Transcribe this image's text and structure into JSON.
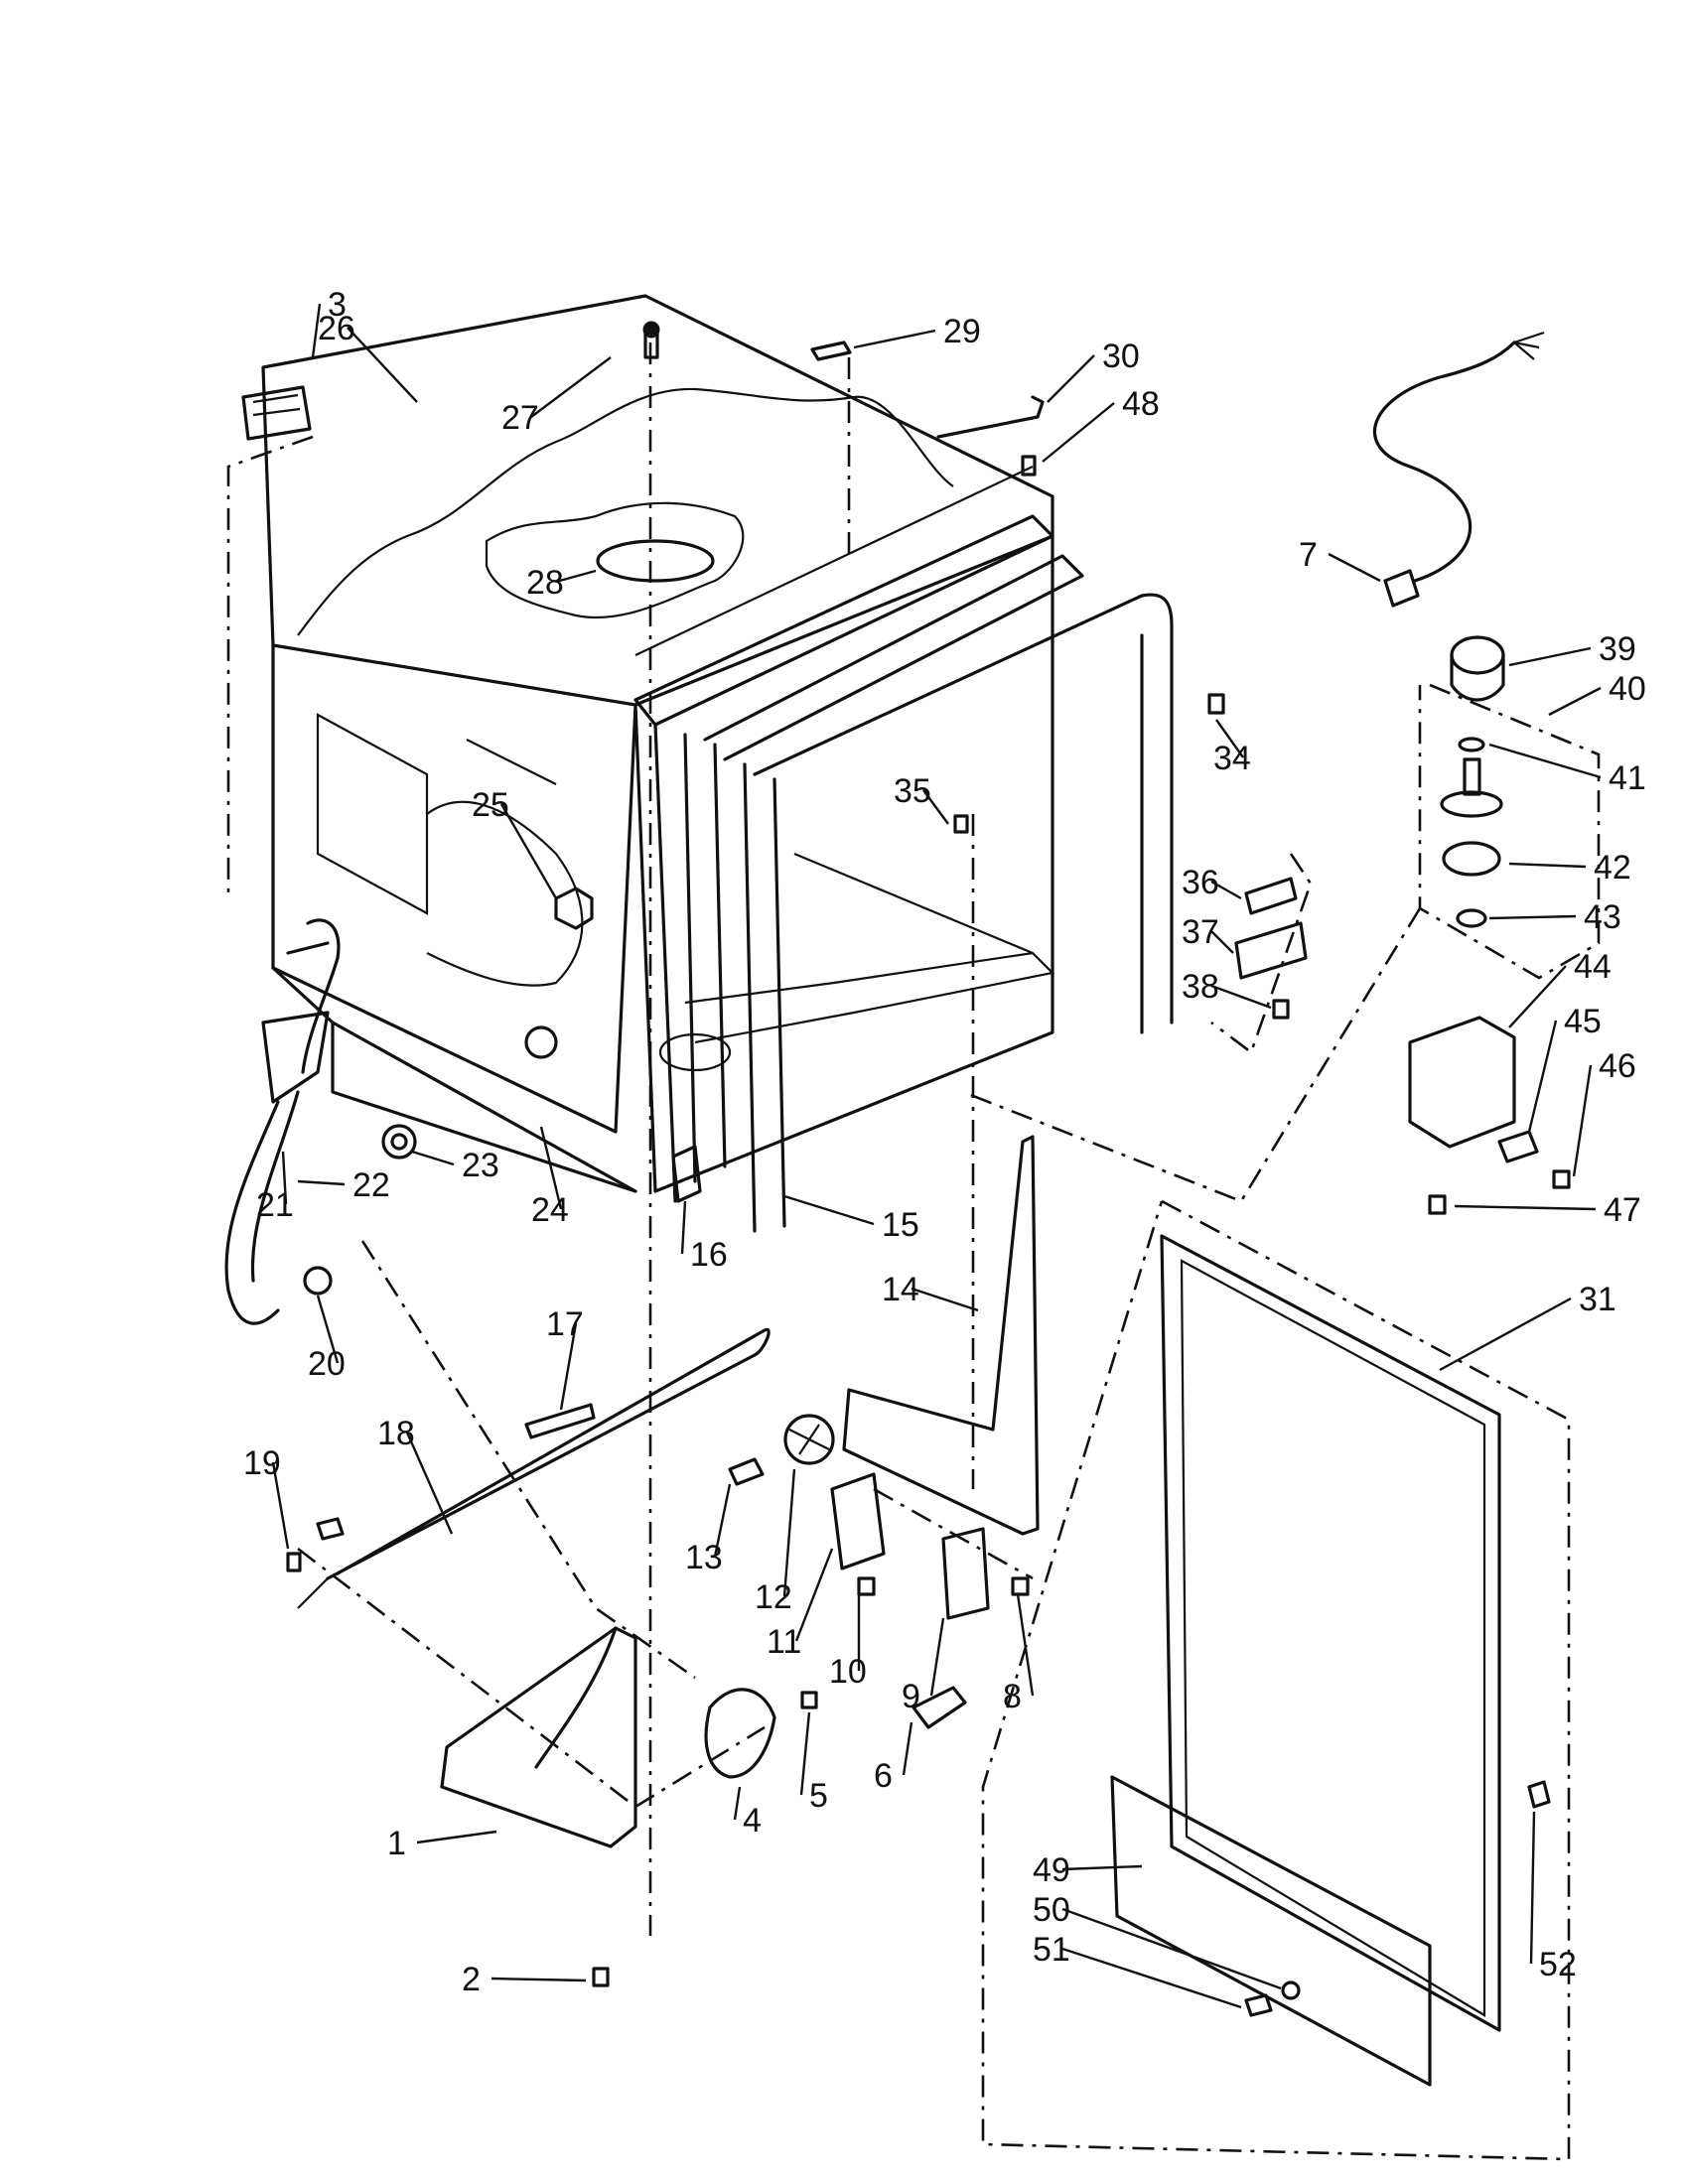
{
  "callouts": [
    {
      "id": "c1",
      "text": "1"
    },
    {
      "id": "c2",
      "text": "2"
    },
    {
      "id": "c3",
      "text": "3"
    },
    {
      "id": "c4",
      "text": "4"
    },
    {
      "id": "c5",
      "text": "5"
    },
    {
      "id": "c6",
      "text": "6"
    },
    {
      "id": "c7",
      "text": "7"
    },
    {
      "id": "c8",
      "text": "8"
    },
    {
      "id": "c9",
      "text": "9"
    },
    {
      "id": "c10",
      "text": "10"
    },
    {
      "id": "c11",
      "text": "11"
    },
    {
      "id": "c12",
      "text": "12"
    },
    {
      "id": "c13",
      "text": "13"
    },
    {
      "id": "c14",
      "text": "14"
    },
    {
      "id": "c15",
      "text": "15"
    },
    {
      "id": "c16",
      "text": "16"
    },
    {
      "id": "c17",
      "text": "17"
    },
    {
      "id": "c18",
      "text": "18"
    },
    {
      "id": "c19",
      "text": "19"
    },
    {
      "id": "c20",
      "text": "20"
    },
    {
      "id": "c21",
      "text": "21"
    },
    {
      "id": "c22",
      "text": "22"
    },
    {
      "id": "c23",
      "text": "23"
    },
    {
      "id": "c24",
      "text": "24"
    },
    {
      "id": "c25",
      "text": "25"
    },
    {
      "id": "c26",
      "text": "26"
    },
    {
      "id": "c27",
      "text": "27"
    },
    {
      "id": "c28",
      "text": "28"
    },
    {
      "id": "c29",
      "text": "29"
    },
    {
      "id": "c30",
      "text": "30"
    },
    {
      "id": "c31",
      "text": "31"
    },
    {
      "id": "c34",
      "text": "34"
    },
    {
      "id": "c35",
      "text": "35"
    },
    {
      "id": "c36",
      "text": "36"
    },
    {
      "id": "c37",
      "text": "37"
    },
    {
      "id": "c38",
      "text": "38"
    },
    {
      "id": "c39",
      "text": "39"
    },
    {
      "id": "c40",
      "text": "40"
    },
    {
      "id": "c41",
      "text": "41"
    },
    {
      "id": "c42",
      "text": "42"
    },
    {
      "id": "c43",
      "text": "43"
    },
    {
      "id": "c44",
      "text": "44"
    },
    {
      "id": "c45",
      "text": "45"
    },
    {
      "id": "c46",
      "text": "46"
    },
    {
      "id": "c47",
      "text": "47"
    },
    {
      "id": "c48",
      "text": "48"
    },
    {
      "id": "c49",
      "text": "49"
    },
    {
      "id": "c50",
      "text": "50"
    },
    {
      "id": "c51",
      "text": "51"
    },
    {
      "id": "c52",
      "text": "52"
    }
  ]
}
